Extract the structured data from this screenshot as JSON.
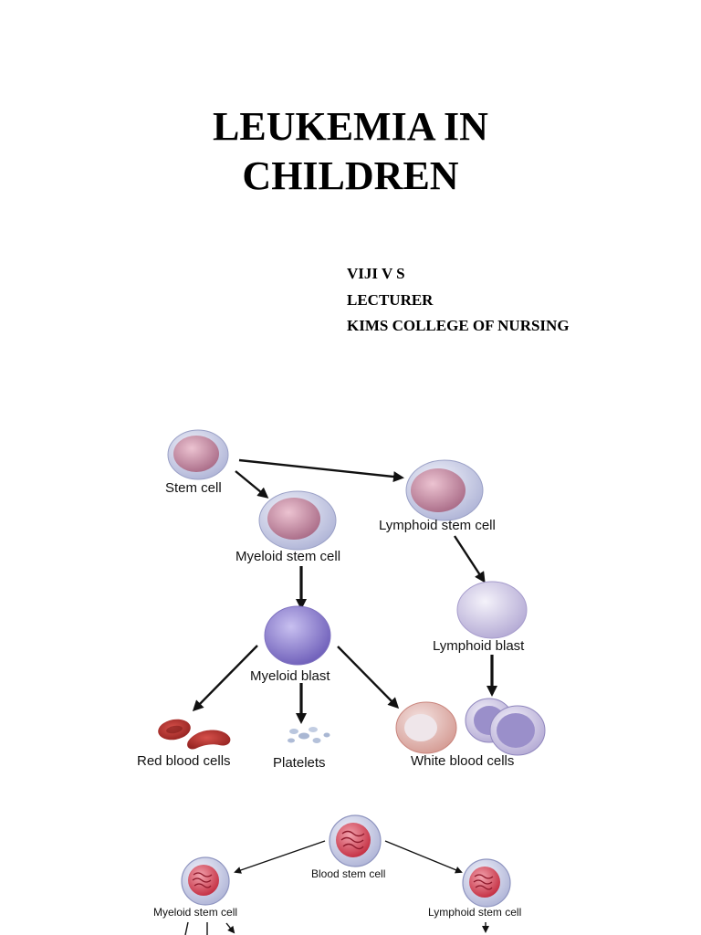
{
  "title": {
    "line1": "LEUKEMIA IN",
    "line2": "CHILDREN"
  },
  "author": {
    "name": "VIJI V S",
    "role": "LECTURER",
    "institution": "KIMS COLLEGE OF NURSING"
  },
  "diagram1": {
    "labels": {
      "stem_cell": "Stem cell",
      "lymphoid_stem_cell": "Lymphoid stem cell",
      "myeloid_stem_cell": "Myeloid stem cell",
      "lymphoid_blast": "Lymphoid blast",
      "myeloid_blast": "Myeloid blast",
      "red_blood_cells": "Red blood cells",
      "platelets": "Platelets",
      "white_blood_cells": "White blood cells"
    }
  },
  "diagram2": {
    "labels": {
      "blood_stem_cell": "Blood stem cell",
      "myeloid_stem_cell": "Myeloid stem cell",
      "lymphoid_stem_cell": "Lymphoid stem cell"
    }
  },
  "colors": {
    "cell_membrane": "#c8cce4",
    "stem_nucleus": "#c58aa2",
    "myeloid_blast_nucleus": "#8f7fd0",
    "red_blood_cell": "#b8302c",
    "nucleus_red": "#d2384a"
  }
}
